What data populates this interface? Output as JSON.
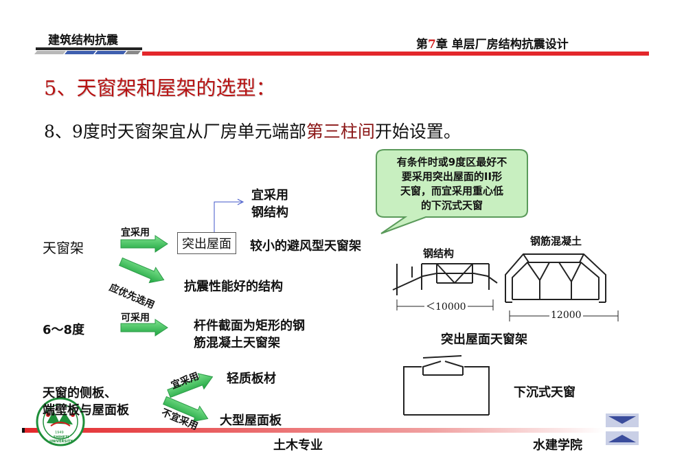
{
  "header": {
    "left_title": "建筑结构抗震",
    "chapter_prefix": "第",
    "chapter_num": "7",
    "chapter_rest": "章 单层厂房结构抗震设计"
  },
  "title": "5、天窗架和屋架的选型：",
  "subtitle": {
    "part1": "8、9度时天窗架宜从厂房单元端部",
    "highlight": "第三柱间",
    "part2": "开始设置。"
  },
  "callout": {
    "lines": [
      "有条件时或9度区最好不",
      "要采用突出屋面的II形",
      "天窗，而宜采用重心低",
      "的下沉式天窗"
    ]
  },
  "flow": {
    "tianchuangjia": "天窗架",
    "yicaiyong_1": "宜采用",
    "tuchu_wumian": "突出屋面",
    "jiaoxiao": "较小的避风型天窗架",
    "yicaiyong_top": "宜采用",
    "gangjiegou_top": "钢结构",
    "yingyouxian": "应优先选用",
    "kangzhen": "抗震性能好的结构",
    "degree": "6～8度",
    "kecaiyong": "可采用",
    "ganjian_1": "杆件截面为矩形的钢",
    "ganjian_2": "筋混凝土天窗架",
    "cheban_1": "天窗的侧板、",
    "cheban_2": "端壁板与屋面板",
    "yicaiyong_2": "宜采用",
    "qingzhi": "轻质板材",
    "buyicaiyong": "不宜采用",
    "daxing": "大型屋面板"
  },
  "figures": {
    "steel_label": "钢结构",
    "steel_dim": "＜10000",
    "rc_label": "钢筋混凝土",
    "rc_dim": "12000",
    "caption_tuchu": "突出屋面天窗架",
    "caption_xiachen": "下沉式天窗"
  },
  "footer": {
    "center": "土木专业",
    "right": "水建学院",
    "logo_text": "SHIHEZI UNIVERSITY",
    "logo_year": "1949"
  },
  "colors": {
    "accent_red": "#d21e1e",
    "title_red": "#b81414",
    "arrow_green": "#3cbf5a",
    "callout_fill": "#c8efc0",
    "callout_stroke": "#5a9a5a"
  }
}
